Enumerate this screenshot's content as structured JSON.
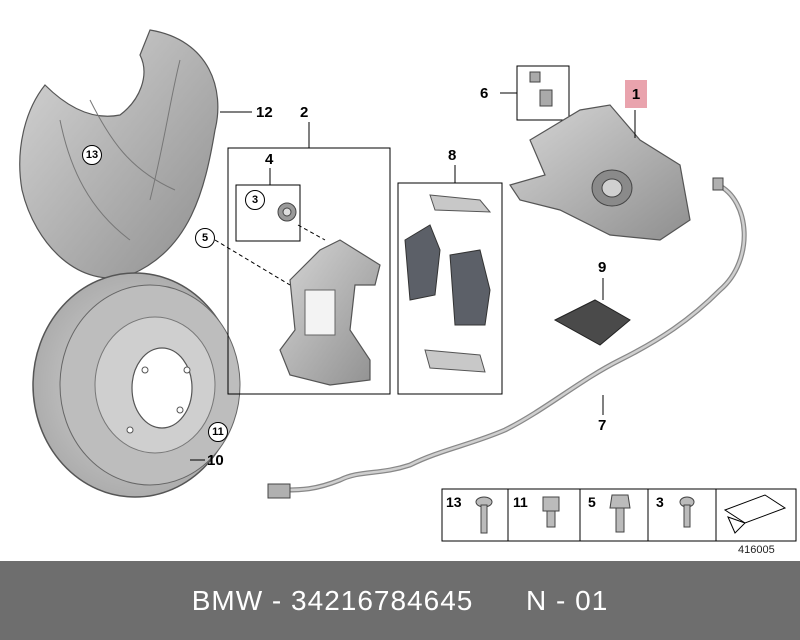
{
  "callouts": {
    "c1": "1",
    "c2": "2",
    "c3": "3",
    "c4": "4",
    "c5": "5",
    "c6": "6",
    "c7": "7",
    "c8": "8",
    "c9": "9",
    "c10": "10",
    "c11": "11",
    "c12": "12",
    "c13": "13"
  },
  "legend": {
    "n13": "13",
    "n11": "11",
    "n5": "5",
    "n3": "3"
  },
  "reference_number": "416005",
  "footer": {
    "brand": "BMW",
    "separator": " - ",
    "part_number": "34216784645",
    "suffix": "N - 01"
  },
  "colors": {
    "highlight": "#e9a3ad",
    "footer_bg": "#6e6e6e",
    "part_gray": "#b4b4b4"
  }
}
